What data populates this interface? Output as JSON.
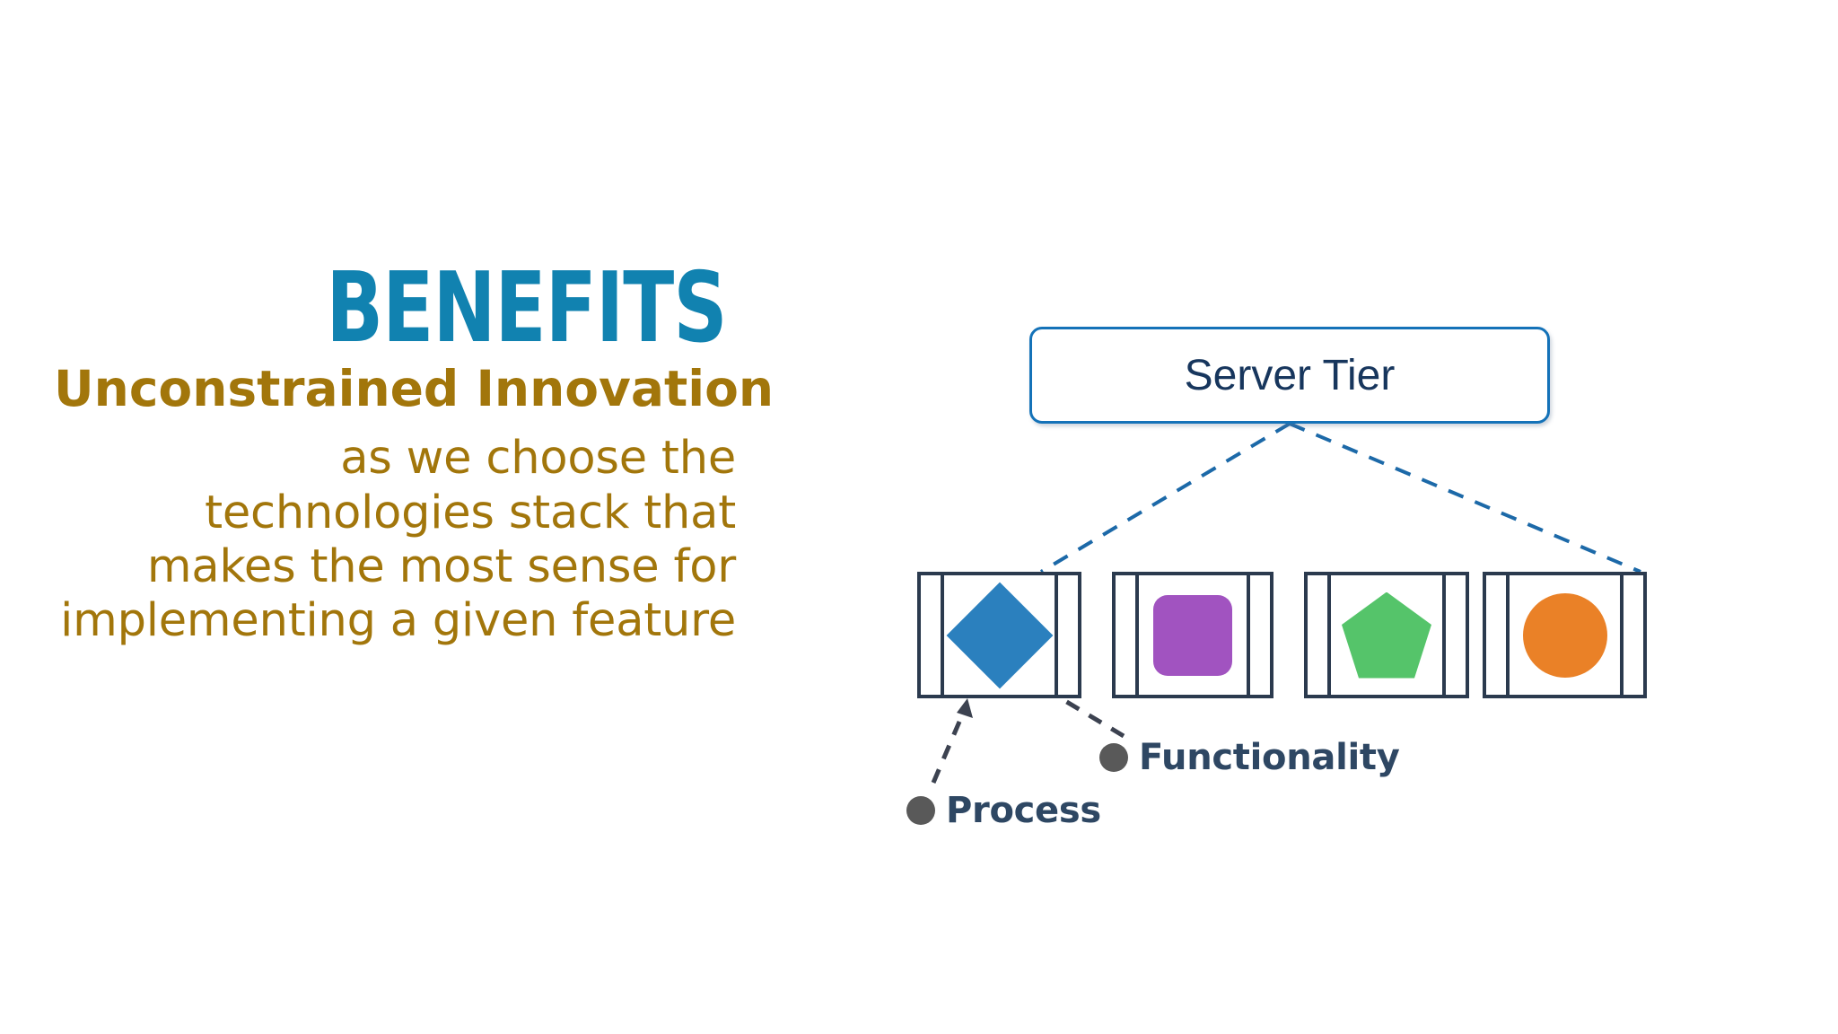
{
  "slide": {
    "background": "#ffffff",
    "title": "BENEFITS",
    "title_color": "#1182b0",
    "subtitle": "Unconstrained Innovation",
    "subtitle_color": "#a2760b",
    "body_text": "as we choose the technologies stack that makes the most sense for implementing a given feature",
    "body_color": "#a2760b"
  },
  "diagram": {
    "tier": {
      "label": "Server Tier",
      "text_color": "#17365d",
      "border_color": "#1472b8"
    },
    "connector_color": "#1c69a8",
    "components": [
      {
        "name": "component-1",
        "shape": "diamond",
        "color": "#2b80be"
      },
      {
        "name": "component-2",
        "shape": "rounded-square",
        "color": "#a153c0"
      },
      {
        "name": "component-3",
        "shape": "pentagon",
        "color": "#55c46a"
      },
      {
        "name": "component-4",
        "shape": "circle",
        "color": "#ea8127"
      }
    ],
    "callouts": [
      {
        "label": "Process",
        "dot_color": "#595959",
        "text_color": "#2e4763"
      },
      {
        "label": "Functionality",
        "dot_color": "#595959",
        "text_color": "#2e4763"
      }
    ]
  }
}
